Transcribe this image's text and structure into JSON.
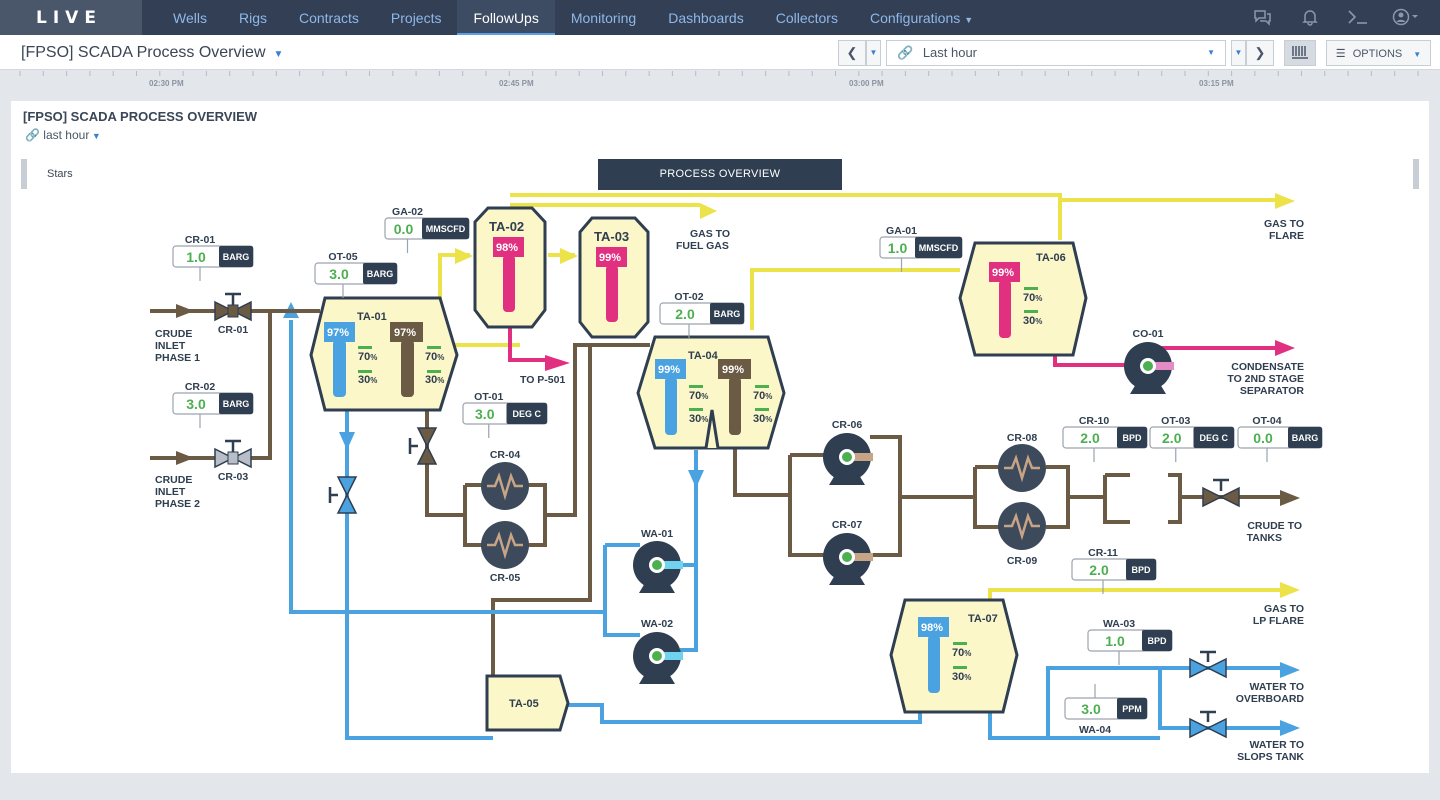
{
  "app": {
    "logo": "LIVE"
  },
  "nav": [
    {
      "label": "Wells"
    },
    {
      "label": "Rigs"
    },
    {
      "label": "Contracts"
    },
    {
      "label": "Projects"
    },
    {
      "label": "FollowUps"
    },
    {
      "label": "Monitoring"
    },
    {
      "label": "Dashboards"
    },
    {
      "label": "Collectors"
    },
    {
      "label": "Configurations"
    }
  ],
  "header": {
    "title": "[FPSO] SCADA Process Overview",
    "time_range": "Last hour",
    "options_label": "OPTIONS"
  },
  "timeline": {
    "ticks": [
      "02:30 PM",
      "02:45 PM",
      "03:00 PM",
      "03:15 PM"
    ]
  },
  "panel": {
    "title": "[FPSO] SCADA PROCESS OVERVIEW",
    "range": "last hour",
    "stars": "Stars",
    "section_title": "PROCESS OVERVIEW"
  },
  "colors": {
    "gas": "#ece34a",
    "crude": "#6b5a44",
    "water": "#4aa3e0",
    "condensate": "#e0307f",
    "tank_fill": "#fbf7c8",
    "tank_stroke": "#2f3e50",
    "value_green": "#4caf50"
  },
  "gauges": [
    {
      "id": "CR-01",
      "value": "1.0",
      "unit": "BARG"
    },
    {
      "id": "OT-05",
      "value": "3.0",
      "unit": "BARG"
    },
    {
      "id": "CR-02",
      "value": "3.0",
      "unit": "BARG"
    },
    {
      "id": "GA-02",
      "value": "0.0",
      "unit": "MMSCFD"
    },
    {
      "id": "OT-01",
      "value": "3.0",
      "unit": "DEG C"
    },
    {
      "id": "OT-02",
      "value": "2.0",
      "unit": "BARG"
    },
    {
      "id": "GA-01",
      "value": "1.0",
      "unit": "MMSCFD"
    },
    {
      "id": "CR-10",
      "value": "2.0",
      "unit": "BPD"
    },
    {
      "id": "OT-03",
      "value": "2.0",
      "unit": "DEG C"
    },
    {
      "id": "OT-04",
      "value": "0.0",
      "unit": "BARG"
    },
    {
      "id": "CR-11",
      "value": "2.0",
      "unit": "BPD"
    },
    {
      "id": "WA-03",
      "value": "1.0",
      "unit": "BPD"
    },
    {
      "id": "WA-04",
      "value": "3.0",
      "unit": "PPM"
    }
  ],
  "tanks": [
    {
      "id": "TA-01",
      "levels": [
        "97%",
        "97%"
      ],
      "marks": [
        "70",
        "30"
      ]
    },
    {
      "id": "TA-02",
      "levels": [
        "98%"
      ]
    },
    {
      "id": "TA-03",
      "levels": [
        "99%"
      ]
    },
    {
      "id": "TA-04",
      "levels": [
        "99%",
        "99%"
      ],
      "marks": [
        "70",
        "30"
      ]
    },
    {
      "id": "TA-05"
    },
    {
      "id": "TA-06",
      "levels": [
        "99%"
      ],
      "marks": [
        "70",
        "30"
      ]
    },
    {
      "id": "TA-07",
      "levels": [
        "98%"
      ],
      "marks": [
        "70",
        "30"
      ]
    }
  ],
  "equipment": [
    "CR-01",
    "CR-03",
    "CR-04",
    "CR-05",
    "CR-06",
    "CR-07",
    "CR-08",
    "CR-09",
    "WA-01",
    "WA-02",
    "CO-01"
  ],
  "labels": {
    "inlet1": [
      "CRUDE",
      "INLET",
      "PHASE 1"
    ],
    "inlet2": [
      "CRUDE",
      "INLET",
      "PHASE 2"
    ],
    "fuel_gas": [
      "GAS TO",
      "FUEL GAS"
    ],
    "flare": [
      "GAS TO",
      "FLARE"
    ],
    "to_p501": "TO P-501",
    "condensate": [
      "CONDENSATE",
      "TO 2ND STAGE",
      "SEPARATOR"
    ],
    "crude_tanks": [
      "CRUDE TO",
      "TANKS"
    ],
    "lp_flare": [
      "GAS TO",
      "LP FLARE"
    ],
    "overboard": [
      "WATER TO",
      "OVERBOARD"
    ],
    "slops": [
      "WATER TO",
      "SLOPS TANK"
    ],
    "pct_sign": "%"
  }
}
